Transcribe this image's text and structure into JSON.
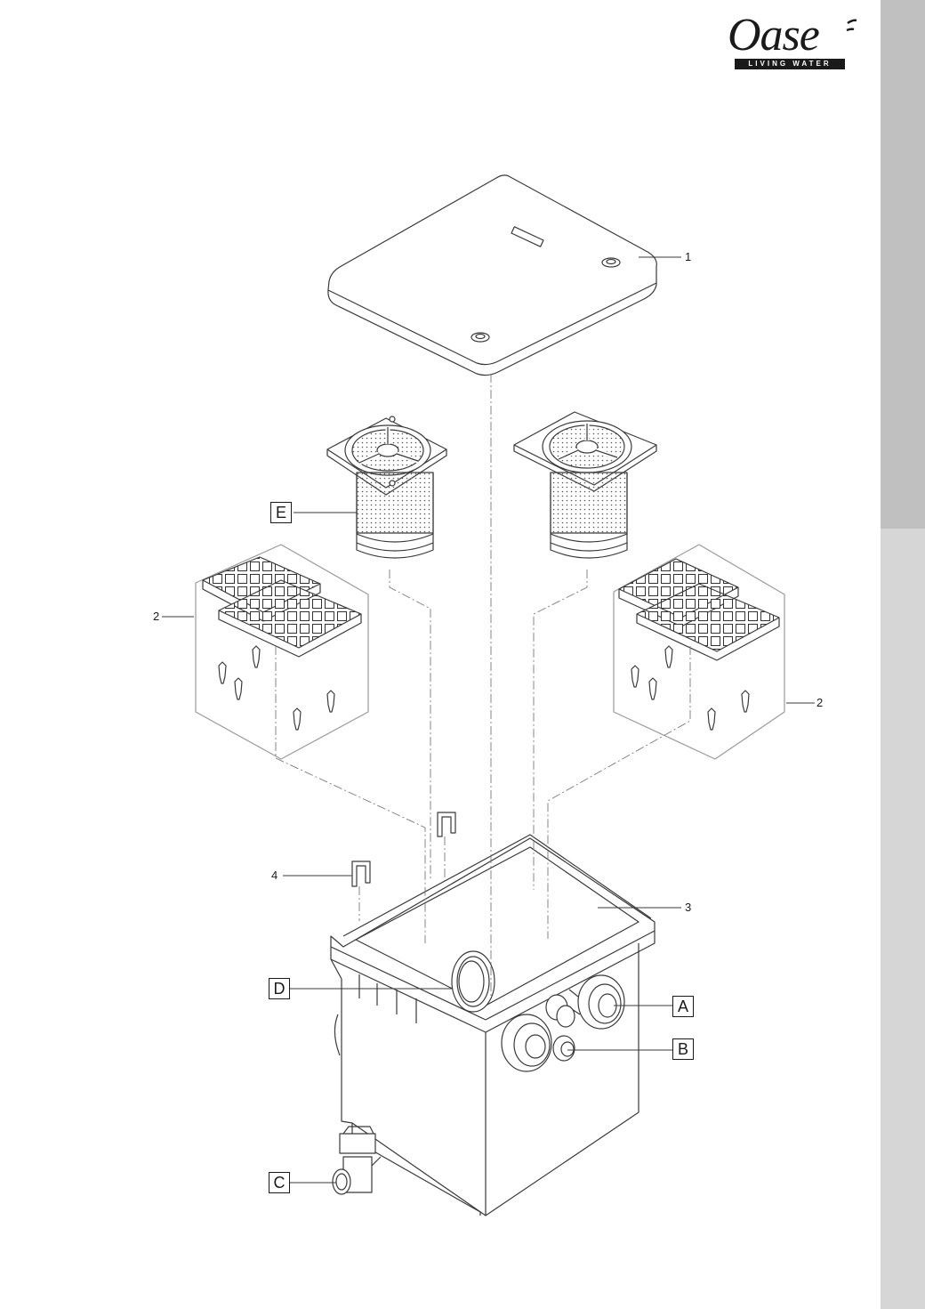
{
  "brand": {
    "name": "Oase",
    "tagline": "LIVING WATER"
  },
  "callouts": {
    "part_1": "1",
    "part_2_left": "2",
    "part_2_right": "2",
    "part_3": "3",
    "part_4": "4"
  },
  "letters": {
    "A": "A",
    "B": "B",
    "C": "C",
    "D": "D",
    "E": "E"
  },
  "colors": {
    "line": "#3a3a3a",
    "sidebar_light": "#d6d6d6",
    "sidebar_dark": "#c0c0c0"
  }
}
